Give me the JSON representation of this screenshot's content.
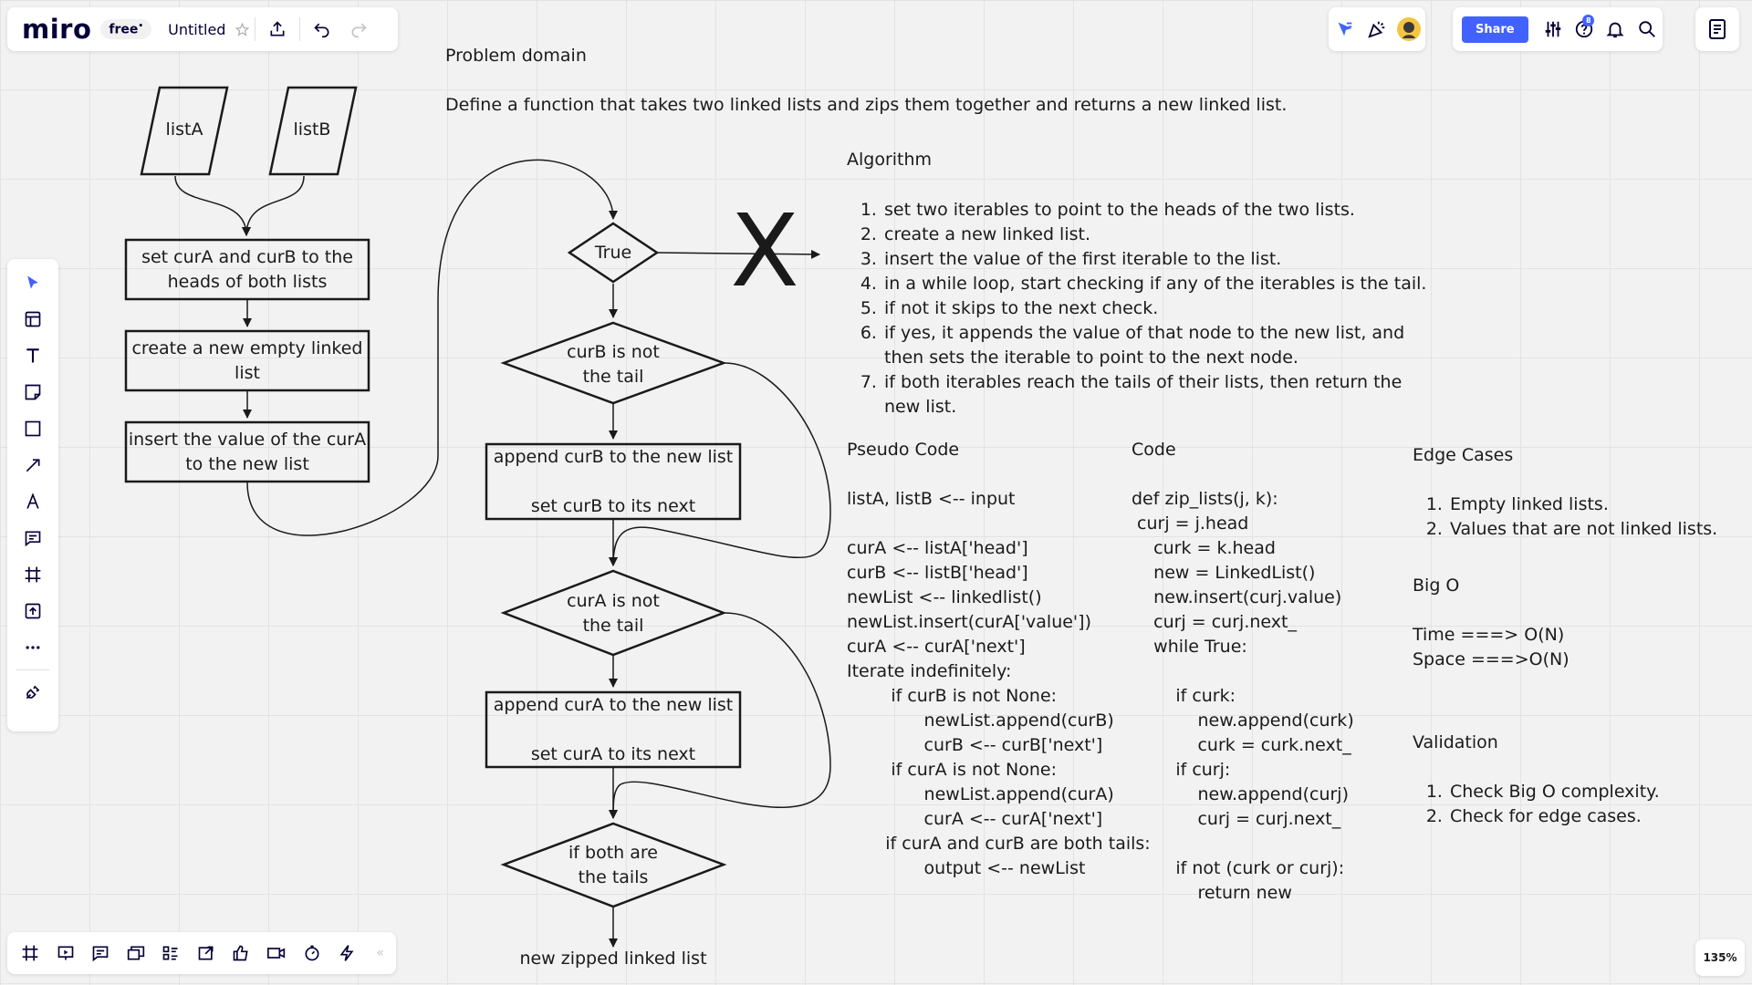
{
  "app": {
    "logo": "miro",
    "plan_badge": "free",
    "board_title": "Untitled",
    "share_label": "Share",
    "notification_count": "8",
    "zoom": "135%"
  },
  "problem": {
    "heading": "Problem domain",
    "description": "Define a function that takes two linked lists and zips them together and returns a new linked list."
  },
  "flowchart": {
    "input_a": "listA",
    "input_b": "listB",
    "step1": "set curA and curB to the heads of both lists",
    "step2": "create a new empty linked list",
    "step3": "insert the value of the curA to the new list",
    "loop": "True",
    "cond_b": "curB is not the tail",
    "action_b": "append curB to the new list\n\nset curB to its next",
    "cond_a": "curA is not the tail",
    "action_a": "append curA to the new list\n\nset curA to its next",
    "cond_end": "if both are the tails",
    "output": "new zipped linked list",
    "stop_mark": "X"
  },
  "algorithm": {
    "heading": "Algorithm",
    "steps": [
      "set two iterables to point to the heads of the two lists.",
      "create a new linked list.",
      "insert the value of the first iterable to the list.",
      "in a while loop, start checking if any of the iterables is the tail.",
      "if not it skips to the next check.",
      "if yes, it appends the value of that node to the new list, and then sets the iterable to point to the next node.",
      "if both iterables reach the tails of their lists, then return the new list."
    ]
  },
  "pseudo": {
    "heading": "Pseudo Code",
    "body": "listA, listB <-- input\n\ncurA <-- listA['head']\ncurB <-- listB['head']\nnewList <-- linkedlist()\nnewList.insert(curA['value'])\ncurA <-- curA['next']\nIterate indefinitely:\n        if curB is not None:\n              newList.append(curB)\n              curB <-- curB['next']\n        if curA is not None:\n              newList.append(curA)\n              curA <-- curA['next']\n       if curA and curB are both tails:\n              output <-- newList"
  },
  "code": {
    "heading": "Code",
    "body": "def zip_lists(j, k):\n curj = j.head\n    curk = k.head\n    new = LinkedList()\n    new.insert(curj.value)\n    curj = curj.next_\n    while True:\n\n        if curk:\n            new.append(curk)\n            curk = curk.next_\n        if curj:\n            new.append(curj)\n            curj = curj.next_\n\n        if not (curk or curj):\n            return new"
  },
  "edge_cases": {
    "heading": "Edge Cases",
    "items": [
      "Empty linked lists.",
      "Values that are not linked lists."
    ]
  },
  "big_o": {
    "heading": "Big O",
    "time": "Time ===> O(N)",
    "space": "Space ===>O(N)"
  },
  "validation": {
    "heading": "Validation",
    "items": [
      "Check Big O complexity.",
      "Check for edge cases."
    ]
  },
  "colors": {
    "accent": "#4262ff",
    "brand": "#050038",
    "badge": "#e3d6ff",
    "stroke": "#1a1a1a"
  }
}
